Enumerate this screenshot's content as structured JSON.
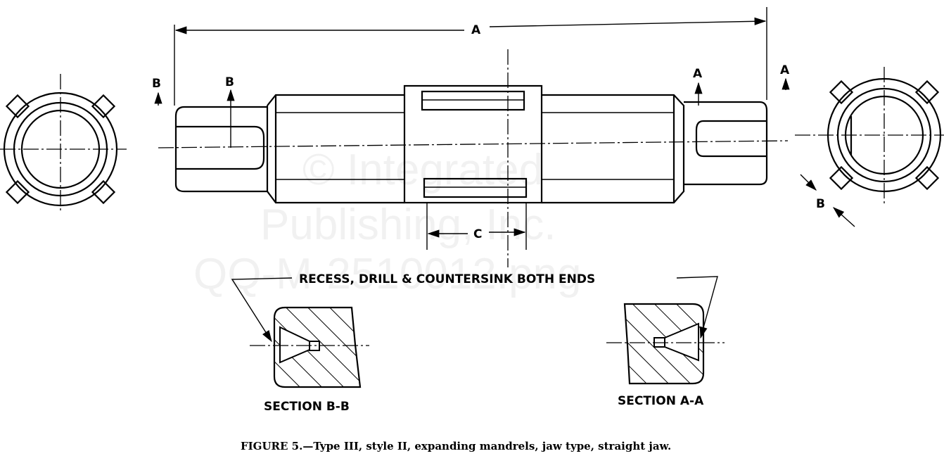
{
  "labels": {
    "dim_a": "A",
    "dim_b": "B",
    "dim_c": "C",
    "section_b1": "B",
    "section_b2": "B",
    "section_a1": "A",
    "section_a2": "A",
    "note": "RECESS, DRILL & COUNTERSINK  BOTH ENDS",
    "section_bb": "SECTION B-B",
    "section_aa": "SECTION A-A"
  },
  "caption": "FIGURE 5.—Type III, style II, expanding mandrels, jaw type, straight jaw.",
  "watermark": [
    "© Integrated",
    "Publishing, Inc.",
    "QQ-M-2510012.png"
  ]
}
